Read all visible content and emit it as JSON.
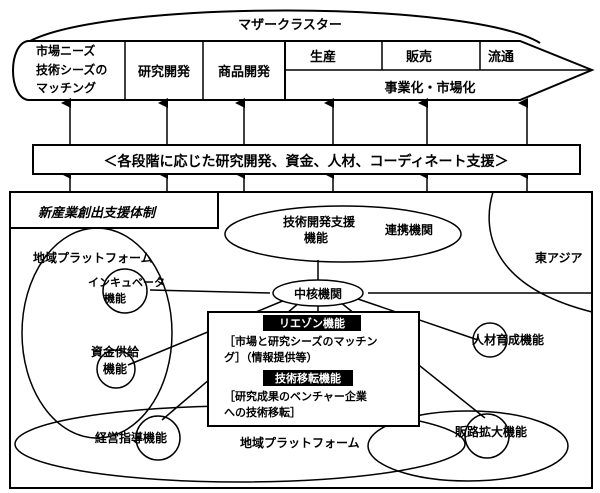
{
  "mother_cluster": {
    "title": "マザークラスター",
    "stages": [
      {
        "lines": [
          "市場ニーズ",
          "技術シーズの",
          "マッチング"
        ]
      },
      {
        "lines": [
          "研究開発"
        ]
      },
      {
        "lines": [
          "商品開発"
        ]
      }
    ],
    "upper_stages": [
      "生産",
      "販売",
      "流通"
    ],
    "business_label": "事業化・市場化"
  },
  "support_banner": "＜各段階に応じた研究開発、資金、人材、コーディネート支援＞",
  "system": {
    "title": "新産業創出支援体制",
    "tech_dev_support": [
      "技術開発支援",
      "機能"
    ],
    "cooperation": "連携機関",
    "east_asia": "東アジア",
    "regional_platform_left": "地域プラットフォーム",
    "regional_platform_bottom": "地域プラットフォーム",
    "core": "中核機関",
    "incubator": [
      "インキュベータ",
      "機能"
    ],
    "funding": [
      "資金供給",
      "機能"
    ],
    "hr_development": "人材育成機能",
    "management": "経営指導機能",
    "sales_expansion": "販路拡大機能",
    "liaison_title": "リエゾン機能",
    "liaison_desc": [
      "［市場と研究シーズのマッチン",
      "グ］（情報提供等）"
    ],
    "transfer_title": "技術移転機能",
    "transfer_desc": [
      "［研究成果のベンチャー企業",
      "への技術移転］"
    ]
  }
}
